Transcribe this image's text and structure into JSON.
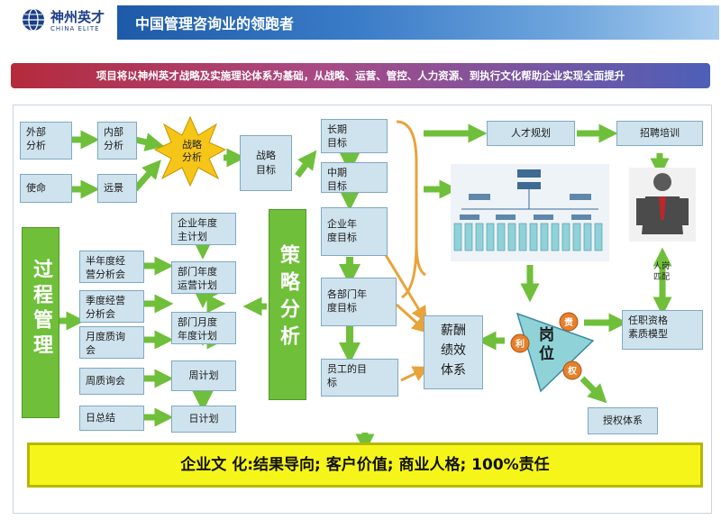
{
  "header": {
    "logo_cn": "神州英才",
    "logo_en": "CHINA ELITE",
    "title": "中国管理咨询业的领跑者"
  },
  "subtitle": "项目将以神州英才战略及实施理论体系为基础，从战略、运营、管控、人力资源、到执行文化帮助企业实现全面提升",
  "left": {
    "external": "外部\n分析",
    "mission": "使命",
    "internal": "内部\n分析",
    "vision": "远景",
    "strategy_analysis_star": "战略\n分析",
    "strategy_goal": "战略\n目标"
  },
  "goals": {
    "long_term": "长期\n目标",
    "mid_term": "中期\n目标",
    "annual": "企业年\n度目标",
    "dept_annual": "各部门年\n度目标",
    "staff": "员工的目\n标"
  },
  "process": {
    "bar": "过程管理",
    "half_year": "半年度经\n营分析会",
    "quarter": "季度经营\n分析会",
    "monthly": "月度质询\n会",
    "weekly": "周质询会",
    "daily": "日总结"
  },
  "plans": {
    "annual_master": "企业年度\n主计划",
    "dept_annual": "部门年度\n运营计划",
    "dept_monthly": "部门月度\n年度计划",
    "weekly": "周计划",
    "daily": "日计划"
  },
  "strategy_bar": "策略分析",
  "right": {
    "talent_plan": "人才规划",
    "recruit": "招聘培训",
    "match": "人岗\n匹配",
    "qualification": "任职资格\n素质模型",
    "compensation": "薪酬\n绩效\n体系",
    "position": "岗\n位",
    "duty": "责",
    "benefit": "利",
    "authority": "权",
    "authorization": "授权体系"
  },
  "footer": "企业文 化:结果导向; 客户价值; 商业人格; 100%责任",
  "colors": {
    "box_fill": "#cfe3ee",
    "box_border": "#7ea9c2",
    "green": "#6fbf3a",
    "orange": "#e8a33a",
    "yellow": "#f6f51a",
    "star": "#f5c518",
    "title_blue": "#1d5aa8"
  }
}
